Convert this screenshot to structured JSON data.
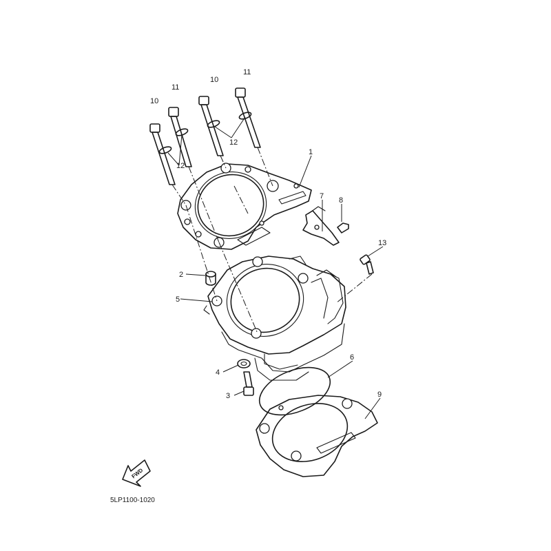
{
  "callouts": [
    "1",
    "2",
    "3",
    "4",
    "5",
    "6",
    "7",
    "8",
    "9",
    "10",
    "10",
    "11",
    "11",
    "12",
    "12",
    "13"
  ],
  "fwd_label": "FWD",
  "diagram_code": "5LP1100-1020"
}
